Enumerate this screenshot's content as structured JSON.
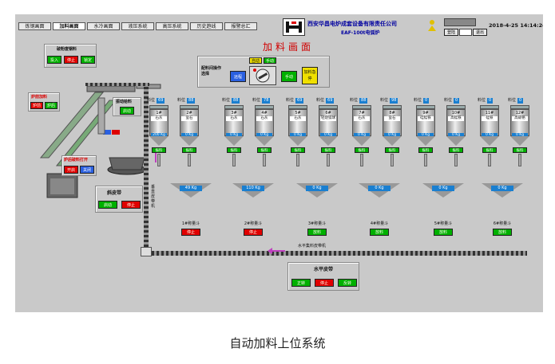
{
  "nav": {
    "tabs": [
      "炼钢画面",
      "加料画面",
      "水冷画面",
      "液压系统",
      "高压系统",
      "历史趋线",
      "报警总汇"
    ],
    "active_tab": "加料画面"
  },
  "header": {
    "company": "西安华昌电炉成套设备有限责任公司",
    "model": "EAF-100t电弧炉",
    "page_title": "加料画面",
    "login_label": "登陆",
    "logout_label": "退出",
    "datetime": "2018-4-25 14:14:24"
  },
  "scrap_panel": {
    "title": "破粉废钢料",
    "buttons": [
      "投入",
      "停止",
      "锁定"
    ]
  },
  "furnace_panel": {
    "title": "炉前加料",
    "buttons": [
      "炉前",
      "炉后"
    ]
  },
  "tilt_panel": {
    "title": "振动给料",
    "button": "启动"
  },
  "ladle_panel": {
    "title": "炉后破料打开",
    "buttons": [
      "开启",
      "关闭"
    ]
  },
  "incline_belt": {
    "title": "斜皮带",
    "start": "启动",
    "stop": "停止"
  },
  "vertical_belt_label": "垂直皮带机",
  "mode_panel": {
    "label": "配料间操作选择",
    "auto": "自动",
    "manual": "手动",
    "local": "远程",
    "manual_btn": "手动",
    "emergency": "加料急停"
  },
  "hoppers": [
    {
      "id": "1#",
      "tag": "料位",
      "level": "69",
      "material": "石灰",
      "value": "200",
      "unit": "Kg",
      "run": "振料"
    },
    {
      "id": "2#",
      "tag": "料位",
      "level": "88",
      "material": "萤石",
      "value": "0",
      "unit": "Kg",
      "run": "振料"
    },
    {
      "id": "3#",
      "tag": "料位",
      "level": "88",
      "material": "石灰",
      "value": "0",
      "unit": "Kg",
      "run": "振料"
    },
    {
      "id": "4#",
      "tag": "料位",
      "level": "78",
      "material": "石灰",
      "value": "0",
      "unit": "Kg",
      "run": "振料"
    },
    {
      "id": "5#",
      "tag": "料位",
      "level": "69",
      "material": "石灰",
      "value": "0",
      "unit": "Kg",
      "run": "振料"
    },
    {
      "id": "6#",
      "tag": "料位",
      "level": "69",
      "material": "轻烧镁球",
      "value": "0",
      "unit": "Kg",
      "run": "振料"
    },
    {
      "id": "7#",
      "tag": "料位",
      "level": "88",
      "material": "石灰",
      "value": "0",
      "unit": "Kg",
      "run": "振料"
    },
    {
      "id": "8#",
      "tag": "料位",
      "level": "98",
      "material": "萤石",
      "value": "0",
      "unit": "Kg",
      "run": "振料"
    },
    {
      "id": "9#",
      "tag": "料位",
      "level": "0",
      "material": "硅锰铁",
      "value": "0",
      "unit": "Kg",
      "run": "振料"
    },
    {
      "id": "10#",
      "tag": "料位",
      "level": "0",
      "material": "高锰铁",
      "value": "0",
      "unit": "Kg",
      "run": "振料"
    },
    {
      "id": "11#",
      "tag": "料位",
      "level": "0",
      "material": "硅铁",
      "value": "0",
      "unit": "Kg",
      "run": "振料"
    },
    {
      "id": "12#",
      "tag": "料位",
      "level": "0",
      "material": "高碳铬",
      "value": "0",
      "unit": "Kg",
      "run": "振料"
    }
  ],
  "weigh_hoppers": [
    {
      "label": "1#称量斗",
      "value": "49",
      "unit": "Kg",
      "state": "停止"
    },
    {
      "label": "2#称量斗",
      "value": "110",
      "unit": "Kg",
      "state": "停止"
    },
    {
      "label": "3#称量斗",
      "value": "0",
      "unit": "Kg",
      "state": "放料"
    },
    {
      "label": "4#称量斗",
      "value": "0",
      "unit": "Kg",
      "state": "放料"
    },
    {
      "label": "5#称量斗",
      "value": "0",
      "unit": "Kg",
      "state": "放料"
    },
    {
      "label": "6#称量斗",
      "value": "0",
      "unit": "Kg",
      "state": "放料"
    }
  ],
  "collector_belt_label": "水平集料皮带机",
  "horizontal_belt": {
    "title": "水平皮带",
    "buttons": [
      "正转",
      "停止",
      "反转"
    ]
  },
  "caption": "自动加料上位系统"
}
